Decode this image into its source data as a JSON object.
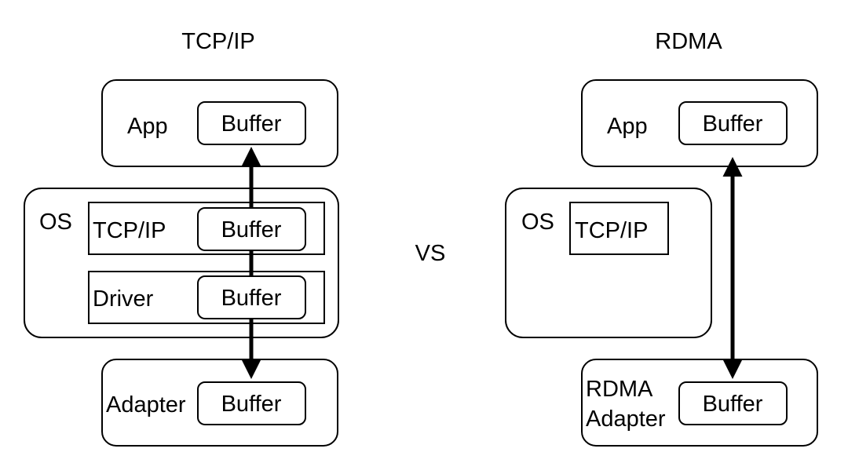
{
  "left": {
    "title": "TCP/IP",
    "app_label": "App",
    "app_buffer": "Buffer",
    "os_label": "OS",
    "tcpip_label": "TCP/IP",
    "tcpip_buffer": "Buffer",
    "driver_label": "Driver",
    "driver_buffer": "Buffer",
    "adapter_label": "Adapter",
    "adapter_buffer": "Buffer"
  },
  "center": {
    "vs_label": "VS"
  },
  "right": {
    "title": "RDMA",
    "app_label": "App",
    "app_buffer": "Buffer",
    "os_label": "OS",
    "tcpip_label": "TCP/IP",
    "adapter_label_line1": "RDMA",
    "adapter_label_line2": "Adapter",
    "adapter_buffer": "Buffer"
  },
  "colors": {
    "stroke": "#000000",
    "background": "#ffffff"
  }
}
